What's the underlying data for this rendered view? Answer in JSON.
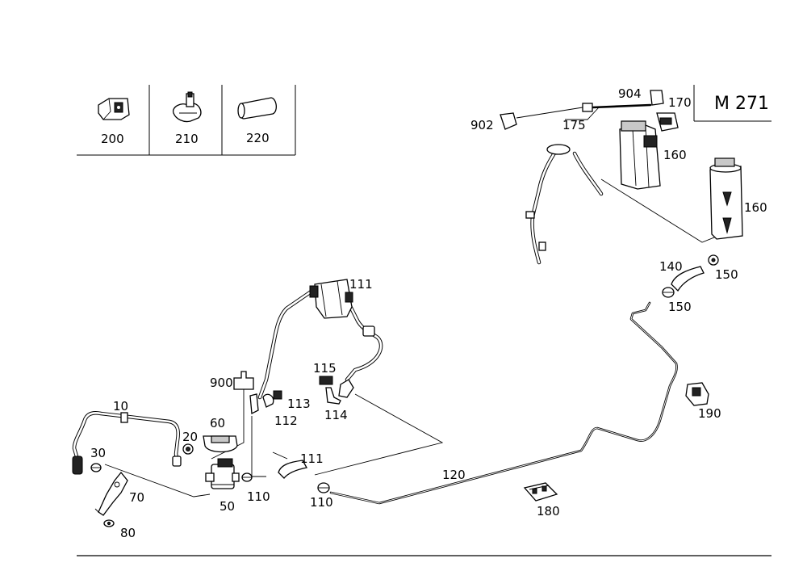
{
  "model": "M 271",
  "legend_parts": [
    {
      "id": "clip-200",
      "label": "200"
    },
    {
      "id": "clip-210",
      "label": "210"
    },
    {
      "id": "sleeve-220",
      "label": "220"
    }
  ],
  "callouts": {
    "p10": "10",
    "p20": "20",
    "p30": "30",
    "p50": "50",
    "p60": "60",
    "p70": "70",
    "p80": "80",
    "p110a": "110",
    "p110b": "110",
    "p111a": "111",
    "p111b": "111",
    "p112": "112",
    "p113": "113",
    "p114": "114",
    "p115": "115",
    "p120": "120",
    "p140": "140",
    "p150a": "150",
    "p150b": "150",
    "p160a": "160",
    "p160b": "160",
    "p170": "170",
    "p175": "175",
    "p180": "180",
    "p190": "190",
    "p900": "900",
    "p902": "902",
    "p904": "904"
  }
}
